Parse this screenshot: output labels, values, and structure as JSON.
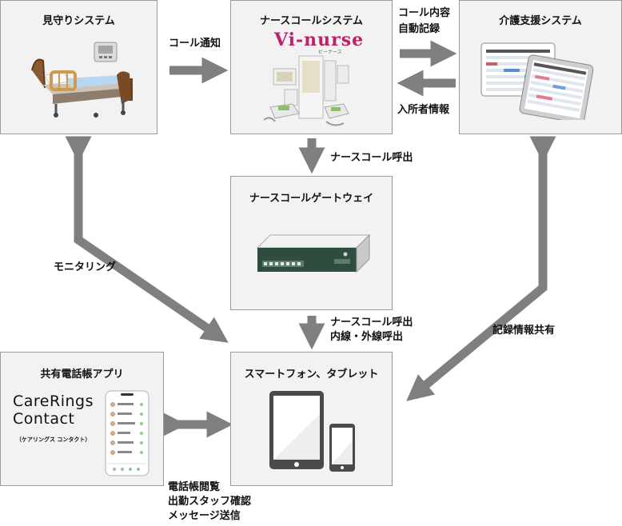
{
  "nodes": {
    "mimamori": {
      "title": "見守りシステム"
    },
    "nursecall": {
      "title": "ナースコールシステム",
      "logo_text": "Vi-nurse",
      "logo_kana": "ビーナース"
    },
    "kaigo": {
      "title": "介護支援システム"
    },
    "gateway": {
      "title": "ナースコールゲートウェイ"
    },
    "phonebook": {
      "title": "共有電話帳アプリ",
      "product_line1": "CareRings",
      "product_line2": "Contact",
      "product_kana": "（ケアリングス コンタクト）"
    },
    "smart": {
      "title": "スマートフォン、タブレット"
    }
  },
  "edges": {
    "call_notify": "コール通知",
    "call_record_1": "コール内容",
    "call_record_2": "自動記録",
    "resident_info": "入所者情報",
    "nursecall_call": "ナースコール呼出",
    "gw_call_1": "ナースコール呼出",
    "gw_call_2": "内線・外線呼出",
    "monitoring": "モニタリング",
    "record_share": "記録情報共有",
    "phonebook_1": "電話帳閲覧",
    "phonebook_2": "出勤スタッフ確認",
    "phonebook_3": "メッセージ送信"
  },
  "colors": {
    "arrow": "#7f7f7f",
    "box_bg": "#f2f2f2",
    "box_border": "#9a9a9a",
    "logo_accent": "#c21e6a"
  },
  "icons": [
    "care-bed-icon",
    "sensor-device-icon",
    "nurse-call-equipment-icon",
    "care-record-tablet-icon",
    "network-gateway-icon",
    "tablet-icon",
    "smartphone-icon",
    "app-phone-screen-icon"
  ]
}
